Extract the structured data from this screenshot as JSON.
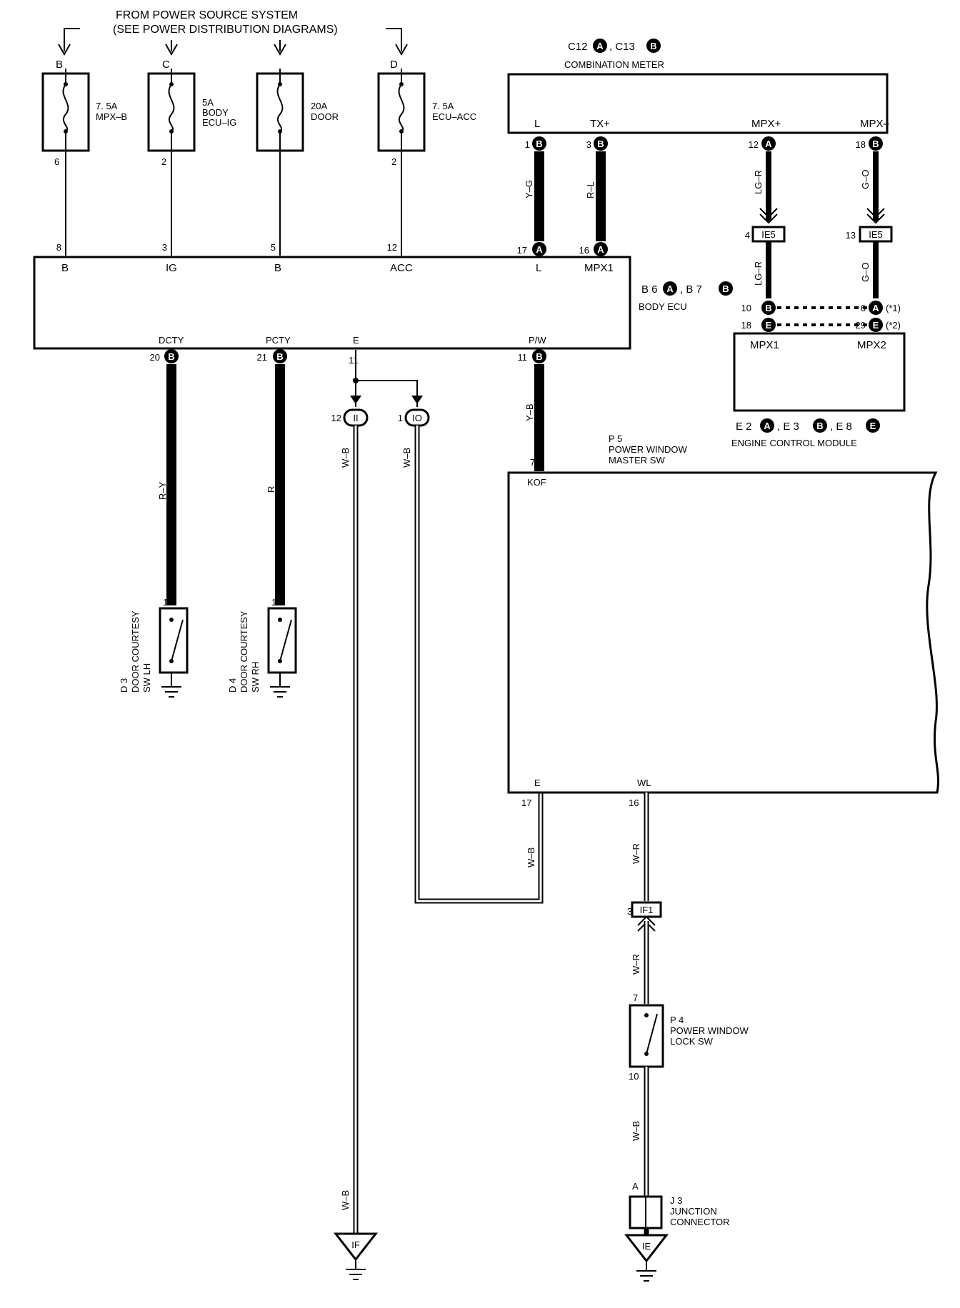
{
  "title": {
    "line1": "FROM POWER SOURCE SYSTEM",
    "line2": "(SEE POWER DISTRIBUTION DIAGRAMS)"
  },
  "fuses": [
    {
      "letter": "B",
      "pin": "6",
      "l1": "7. 5A",
      "l2": "MPX–B",
      "l3": ""
    },
    {
      "letter": "C",
      "pin": "2",
      "l1": "5A",
      "l2": "BODY",
      "l3": "ECU–IG"
    },
    {
      "letter": "",
      "pin": "",
      "l1": "20A",
      "l2": "DOOR",
      "l3": ""
    },
    {
      "letter": "D",
      "pin": "2",
      "l1": "7. 5A",
      "l2": "ECU–ACC",
      "l3": ""
    }
  ],
  "combination_meter": {
    "codes": [
      "C12",
      "A",
      ", C13",
      "B"
    ],
    "name": "COMBINATION METER",
    "terminals": [
      "L",
      "TX+",
      "MPX+",
      "MPX–"
    ],
    "pins": [
      {
        "num": "1",
        "conn": "B"
      },
      {
        "num": "3",
        "conn": "B"
      },
      {
        "num": "12",
        "conn": "A"
      },
      {
        "num": "18",
        "conn": "B"
      }
    ]
  },
  "wires": {
    "yg": "Y–G",
    "rl": "R–L",
    "lgr1": "LG–R",
    "go1": "G–O",
    "lgr2": "LG–R",
    "go2": "G–O",
    "ry": "R–Y",
    "r": "R",
    "wb1": "W–B",
    "wb2": "W–B",
    "yb": "Y–B",
    "wb3": "W–B",
    "wr1": "W–R",
    "wr2": "W–R",
    "wb4": "W–B",
    "wb5": "W–B"
  },
  "ie5": {
    "label": "IE5",
    "pin_left": "4",
    "pin_right": "13"
  },
  "body_ecu": {
    "codes": [
      "B 6",
      "A",
      ", B 7",
      "B"
    ],
    "name": "BODY ECU",
    "top_pins": [
      "8",
      "3",
      "5",
      "12"
    ],
    "top_terminals": [
      "B",
      "IG",
      "B",
      "ACC",
      "L",
      "MPX1"
    ],
    "l_pin": "17",
    "l_conn": "A",
    "mpx_pin": "16",
    "mpx_conn": "A",
    "bottom_terminals": [
      "DCTY",
      "PCTY",
      "E",
      "P/W"
    ],
    "dcty_pin": "20",
    "dcty_conn": "B",
    "pcty_pin": "21",
    "pcty_conn": "B",
    "e_pin": "11",
    "pw_pin": "11",
    "pw_conn": "B"
  },
  "ecm": {
    "codes": [
      "E 2",
      "A",
      ", E 3",
      "B",
      ", E 8",
      "E"
    ],
    "name": "ENGINE CONTROL MODULE",
    "terminals": [
      "MPX1",
      "MPX2"
    ],
    "row1": {
      "left_pin": "10",
      "left_conn": "B",
      "right_pin": "6",
      "right_conn": "A",
      "note": "(*1)"
    },
    "row2": {
      "left_pin": "18",
      "left_conn": "E",
      "right_pin": "29",
      "right_conn": "E",
      "note": "(*2)"
    }
  },
  "splices": {
    "ii": "II",
    "ii_pin": "12",
    "io": "IO",
    "io_pin": "1"
  },
  "door_sw_lh": {
    "code": "D 3",
    "l1": "DOOR COURTESY",
    "l2": "SW LH",
    "pin": "1"
  },
  "door_sw_rh": {
    "code": "D 4",
    "l1": "DOOR COURTESY",
    "l2": "SW RH",
    "pin": "1"
  },
  "master_sw": {
    "code": "P 5",
    "l1": "POWER WINDOW",
    "l2": "MASTER SW",
    "kof": "KOF",
    "kof_pin": "7",
    "e": "E",
    "e_pin": "17",
    "wl": "WL",
    "wl_pin": "16"
  },
  "if1": {
    "label": "IF1",
    "pin": "3"
  },
  "lock_sw": {
    "code": "P 4",
    "l1": "POWER WINDOW",
    "l2": "LOCK SW",
    "pin_top": "7",
    "pin_bottom": "10"
  },
  "junction": {
    "code": "J 3",
    "l1": "JUNCTION",
    "l2": "CONNECTOR",
    "pin": "A"
  },
  "grounds": {
    "left": "IF",
    "right": "IE"
  }
}
